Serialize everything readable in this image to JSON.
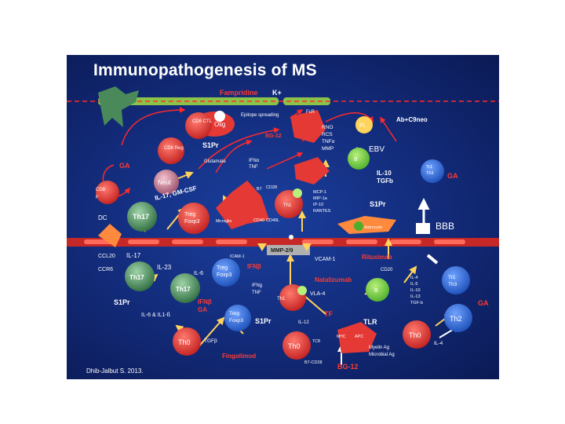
{
  "title": "Immunopathogenesis of MS",
  "credit": "Dhib-Jalbut S. 2013.",
  "labels": {
    "fampridine": "Fampridine",
    "k_plus": "K+",
    "fcr": "FcR",
    "ab_c9neo": "Ab+C9neo",
    "cd8_ctl": "CD8 CTL",
    "olig": "Olig",
    "epitope_spreading": "Epitope spreading",
    "bg12_top": "BG-12",
    "rno": "RNO",
    "rcs": "RCS",
    "tnfa": "TNFα",
    "mmp": "MMP",
    "pl": "PL",
    "s1pr_top": "S1Pr",
    "cd8_reg": "CD8 Reg",
    "glutamate": "Glutamate",
    "ifna_tnf_1": "IFNα",
    "ifna_tnf_2": "TNF",
    "ebv": "EBV",
    "b_top": "B",
    "tr1_1": "Tr1",
    "tr1_2": "Th3",
    "ga_right": "GA",
    "il10": "IL-10",
    "tgfb": "TGFb",
    "ga_left": "GA",
    "neut": "Neut",
    "il17_gmcsf": "IL-17, GM-CSF",
    "b7": "B7",
    "cd28": "CD28",
    "cd8_f": "CD8",
    "f": "F",
    "th17_top": "Th17",
    "treg_top": "Treg",
    "foxp3_top": "Foxp3",
    "microglia": "Microglia",
    "cd40": "CD40",
    "cd40l": "CD40L",
    "th1_mid": "Th1",
    "mcp1": "MCP-1",
    "mip1a": "MIP-1a",
    "ip10": "IP-10",
    "rantes": "RANTES",
    "s1pr_mid": "S1Pr",
    "astrocyte": "Astrocyte",
    "bbb": "BBB",
    "dc": "DC",
    "ccl20": "CCL20",
    "ccr6": "CCR6",
    "il17_low": "IL-17",
    "icam1": "ICAM-1",
    "vcam1": "VCAM-1",
    "rituximab": "Rituximab",
    "cd20": "CD20",
    "th17_a": "Th17",
    "th17_b": "Th17",
    "il23": "IL-23",
    "il6": "IL-6",
    "treg_mid": "Treg",
    "foxp3_mid": "Foxp3",
    "ifnb_mid": "IFNβ",
    "mmp29": "MMP-2/9",
    "natalizumab": "Natalizumab",
    "ifng": "IFNg",
    "tnf_low": "TNF",
    "th1_low": "Th1",
    "vla4": "VLA-4",
    "b_low": "B",
    "il_list": [
      "IL-4",
      "IL-5",
      "IL-10",
      "IL-13",
      "TGF-b"
    ],
    "tr1_3": "Tr1",
    "th3_3": "Th3",
    "ga_low_right": "GA",
    "s1pr_low": "S1Pr",
    "ifnb_ga_1": "IFNβ",
    "ifnb_ga_2": "GA",
    "il6_il18": "IL-6 & IL1-ß",
    "treg_low": "Treg",
    "foxp3_low": "Foxp3",
    "s1pr_low2": "S1Pr",
    "il12": "IL-12",
    "tf": "TF",
    "tlr": "TLR",
    "th2": "Th2",
    "th0_left": "Th0",
    "tgfb_low": "TGFβ",
    "th0_mid": "Th0",
    "tcr": "TCR",
    "mhc": "MHC",
    "apc": "APC",
    "myelin_ag": "Myelin Ag",
    "microbial_ag": "Microbial Ag",
    "th0_right": "Th0",
    "il4": "IL-4",
    "fingolimod": "Fingolimod",
    "b7_cd28": "B7-CD28",
    "bg12_low": "BG-12"
  },
  "colors": {
    "background": "#122a78",
    "axon": "#8bc34a",
    "endothelium": "#c62828",
    "drug_text": "#ff3b30",
    "th17": "#4a8a5a",
    "treg": "#2f6bd6",
    "red_cell": "#e53935",
    "yellow_arrow": "#ffd35c",
    "white_arrow": "#ffffff"
  }
}
